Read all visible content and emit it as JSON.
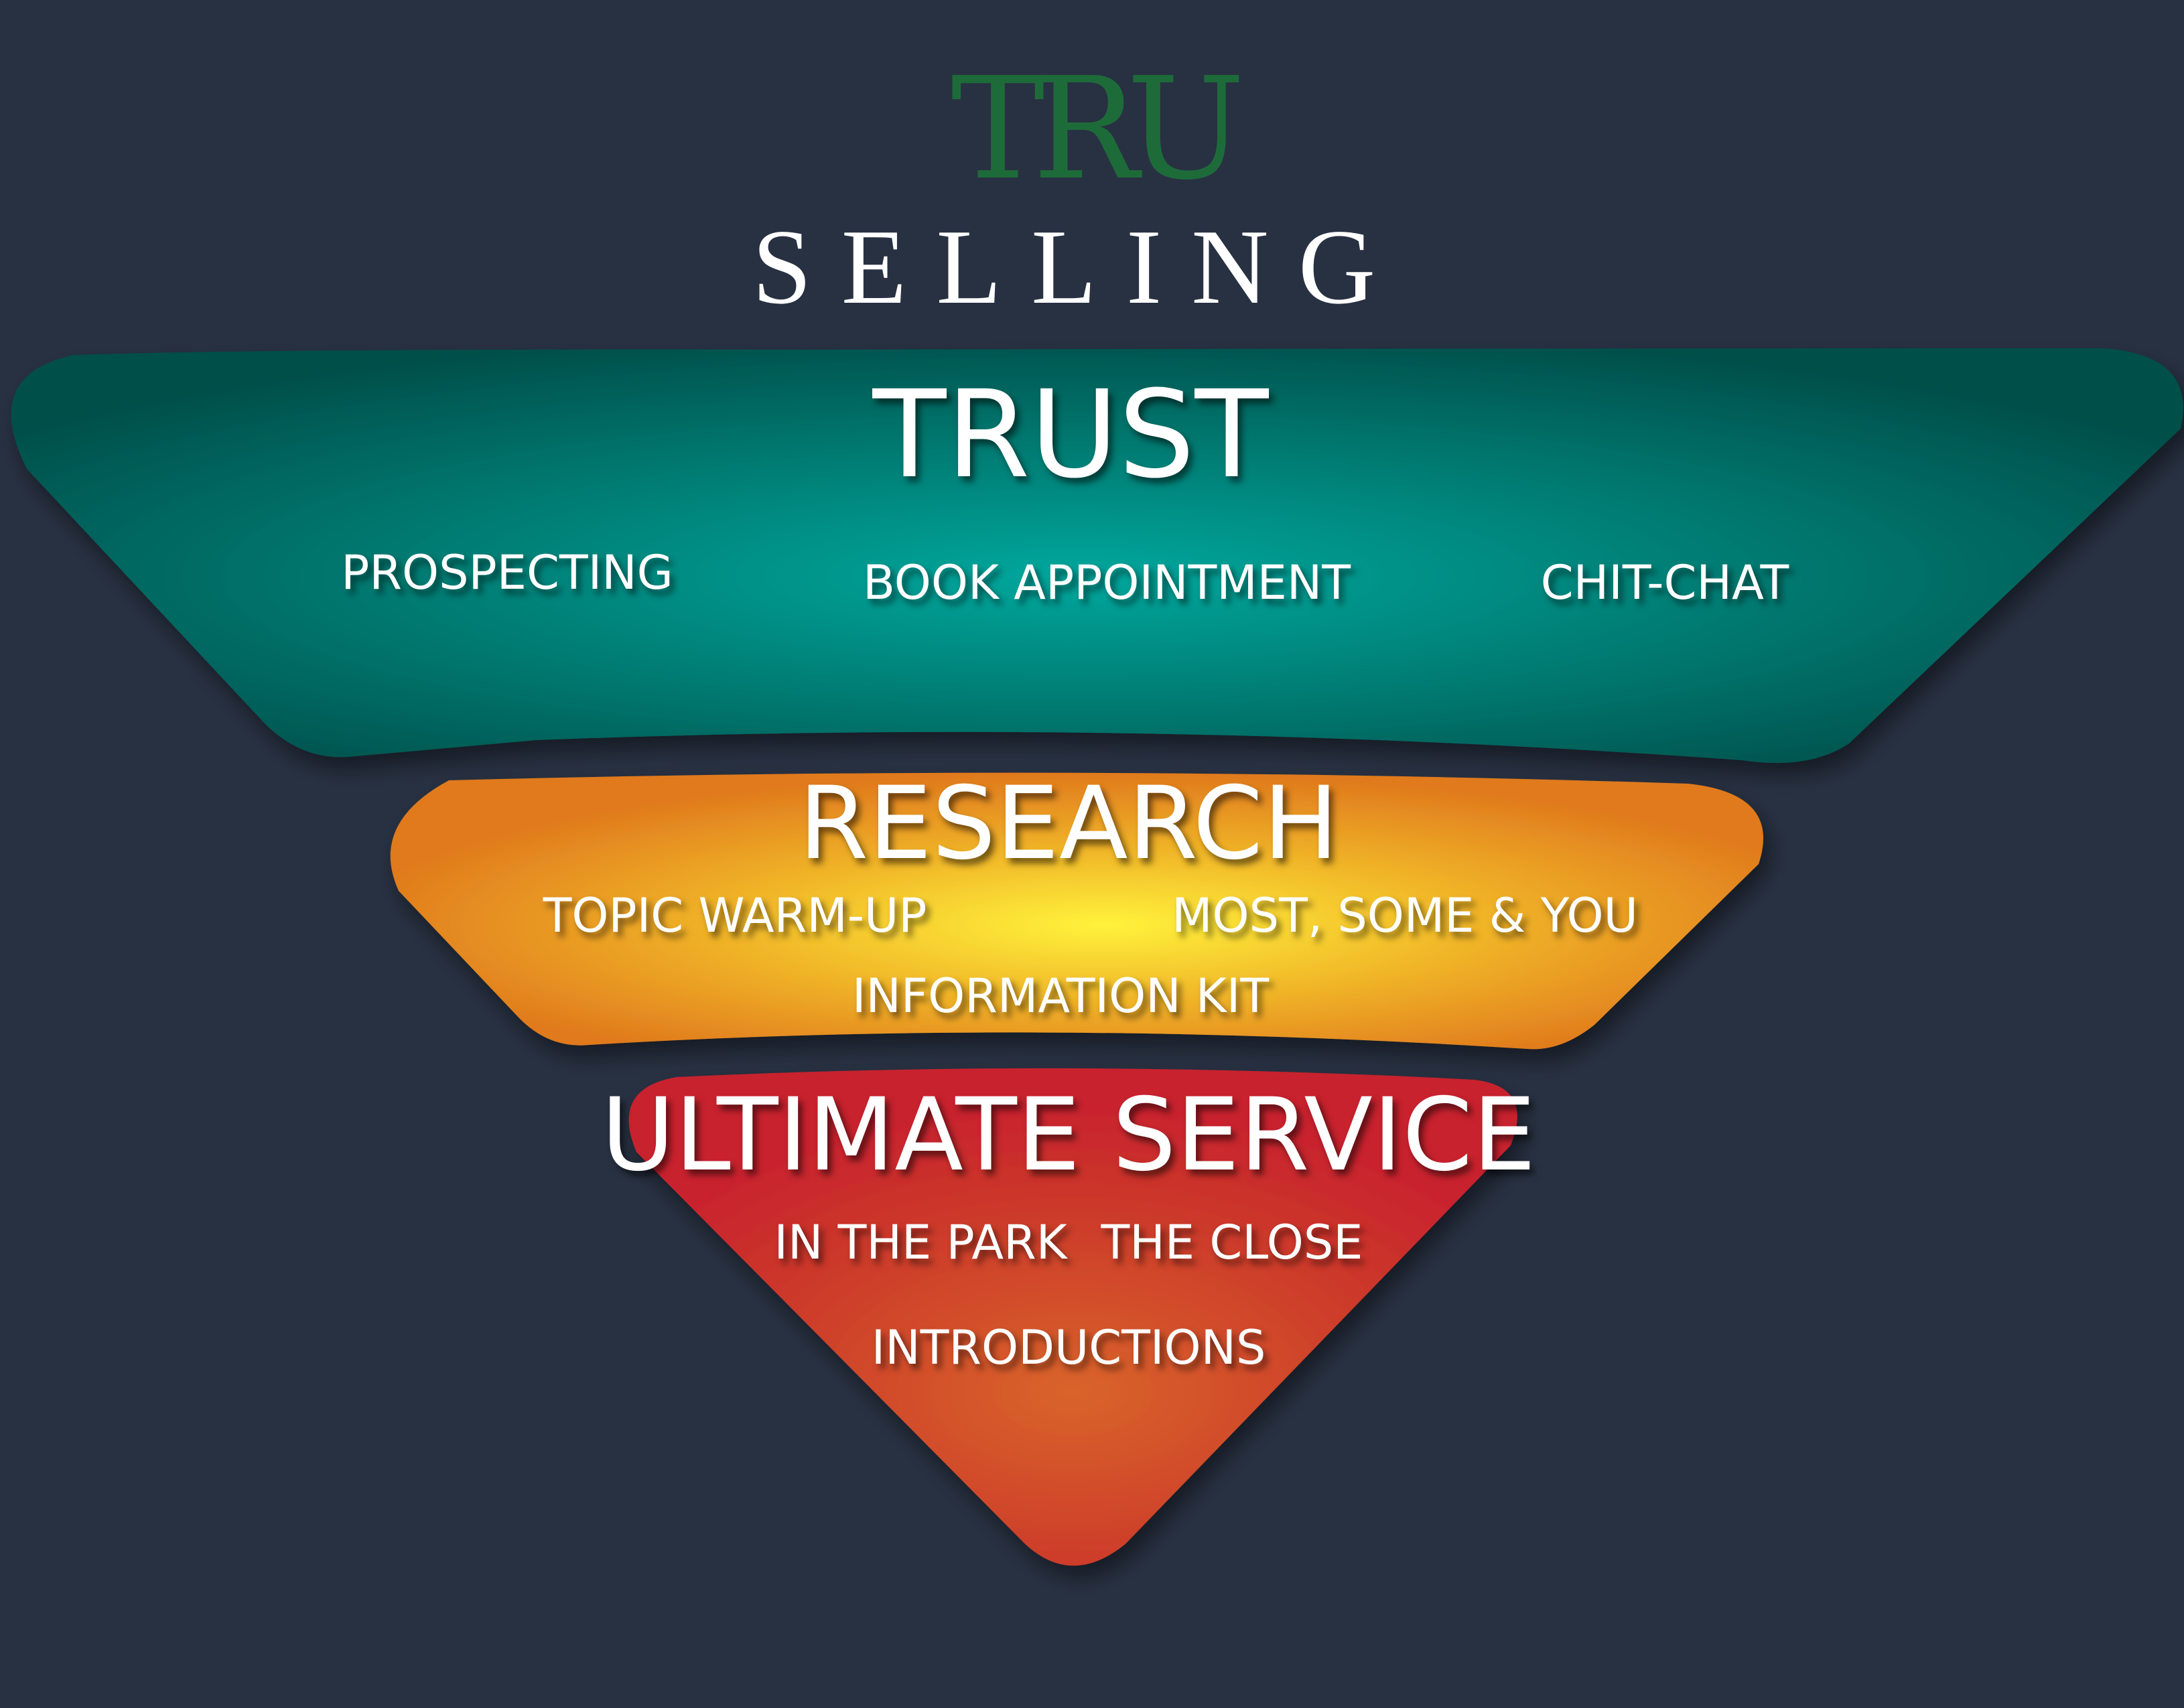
{
  "logo": {
    "mark": "TRU",
    "wordmark": "SELLING"
  },
  "tiers": [
    {
      "title": "TRUST",
      "items": [
        "PROSPECTING",
        "BOOK APPOINTMENT",
        "CHIT-CHAT"
      ],
      "colors": {
        "center": "#00a79d",
        "edge": "#004f4a"
      }
    },
    {
      "title": "RESEARCH",
      "items": [
        "TOPIC WARM-UP",
        "MOST, SOME & YOU",
        "INFORMATION KIT"
      ],
      "colors": {
        "center": "#fff23b",
        "edge": "#e07a1d"
      }
    },
    {
      "title": "ULTIMATE SERVICE",
      "items": [
        "IN THE PARK",
        "THE CLOSE",
        "INTRODUCTIONS"
      ],
      "colors": {
        "center": "#d9642a",
        "edge": "#c8202f"
      }
    }
  ],
  "colors": {
    "background": "#283142",
    "logo_mark": "#1e6b3a",
    "text": "#ffffff"
  }
}
